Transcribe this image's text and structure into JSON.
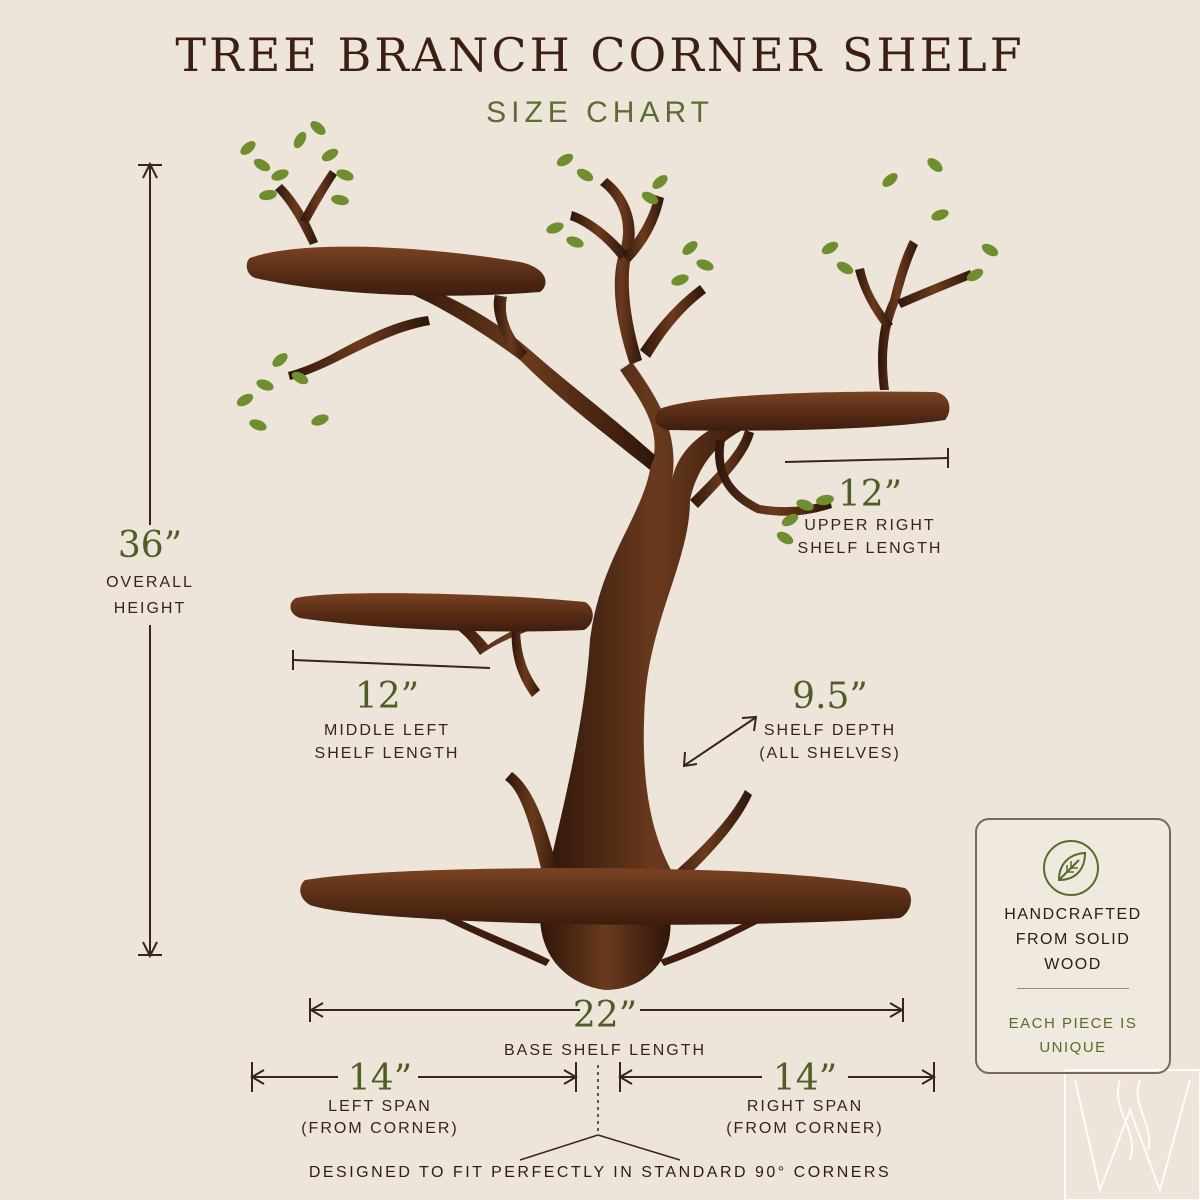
{
  "header": {
    "title": "TREE BRANCH CORNER SHELF",
    "subtitle": "SIZE CHART"
  },
  "dimensions": {
    "height": {
      "value": "36”",
      "label_line1": "OVERALL",
      "label_line2": "HEIGHT"
    },
    "upper_right": {
      "value": "12”",
      "label_line1": "UPPER RIGHT",
      "label_line2": "SHELF LENGTH"
    },
    "middle_left": {
      "value": "12”",
      "label_line1": "MIDDLE LEFT",
      "label_line2": "SHELF LENGTH"
    },
    "depth": {
      "value": "9.5”",
      "label_line1": "SHELF DEPTH",
      "label_line2": "(ALL SHELVES)"
    },
    "base": {
      "value": "22”",
      "label": "BASE SHELF LENGTH"
    },
    "left_span": {
      "value": "14”",
      "label_line1": "LEFT SPAN",
      "label_line2": "(FROM CORNER)"
    },
    "right_span": {
      "value": "14”",
      "label_line1": "RIGHT SPAN",
      "label_line2": "(FROM CORNER)"
    }
  },
  "badge": {
    "icon": "leaf-icon",
    "line1": "HANDCRAFTED",
    "line2": "FROM SOLID",
    "line3": "WOOD",
    "note_line1": "EACH PIECE IS",
    "note_line2": "UNIQUE"
  },
  "footer": "DESIGNED TO FIT PERFECTLY IN STANDARD 90° CORNERS",
  "colors": {
    "background": "#ede5da",
    "wood": "#5a2e17",
    "leaf": "#6f8f2e",
    "accent_text": "#4f5e26",
    "dark_text": "#3a2418"
  }
}
